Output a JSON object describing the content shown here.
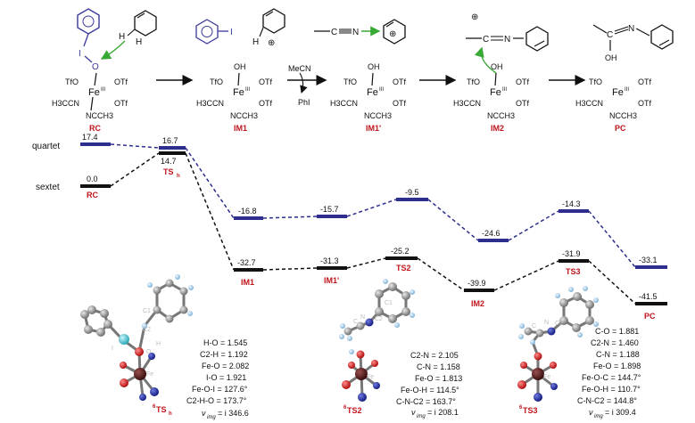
{
  "colors": {
    "quartet": "#2e2e8f",
    "sextet": "#111111",
    "label_red": "#c0141c",
    "arrow_green": "#39a935",
    "iodine_blue": "#3a3a9a",
    "atom_grey": "#8a8a8a",
    "atom_red": "#cc1a1a",
    "atom_navy": "#1a2390",
    "atom_cyan": "#3fc0cf",
    "atom_light": "#a9cfe8",
    "atom_fe": "#5a1f1f"
  },
  "spin_labels": {
    "quartet": "quartet",
    "sextet": "sextet"
  },
  "levels": {
    "RC_q": "17.4",
    "RC_s": "0.0",
    "TSh_q": "16.7",
    "TSh_s": "14.7",
    "IM1_q": "-16.8",
    "IM1_s": "-32.7",
    "IM1p_q": "-15.7",
    "IM1p_s": "-31.3",
    "TS2_q": "-9.5",
    "TS2_s": "-25.2",
    "IM2_q": "-24.6",
    "IM2_s": "-39.9",
    "TS3_q": "-14.3",
    "TS3_s": "-31.9",
    "PC_q": "-33.1",
    "PC_s": "-41.5"
  },
  "energy_names": {
    "RC": "RC",
    "TSh": "TS",
    "TSh_sub": "h",
    "IM1": "IM1",
    "IM1p": "IM1'",
    "TS2": "TS2",
    "IM2": "IM2",
    "TS3": "TS3",
    "PC": "PC"
  },
  "top_scheme": {
    "ligands": {
      "OTf": "OTf",
      "TfO": "TfO",
      "H3CCN": "H3CCN",
      "NCCH3": "NCCH3",
      "Fe": "Fe",
      "FeIII": "III",
      "OH": "OH",
      "I": "I",
      "O": "O",
      "H": "H"
    },
    "reagents": {
      "MeCN": "MeCN",
      "PhI": "PhI"
    },
    "cation_plus": "⊕",
    "labels": {
      "RC": "RC",
      "IM1": "IM1",
      "IM1p": "IM1'",
      "IM2": "IM2",
      "PC": "PC"
    }
  },
  "geometries": {
    "TSh": {
      "label": "TS",
      "sup": "6",
      "sub": "h",
      "params": [
        "H-O = 1.545",
        "C2-H = 1.192",
        "Fe-O = 2.082",
        "I-O = 1.921",
        "Fe-O-I = 127.6°",
        "C2-H-O = 173.7°"
      ],
      "nu": "ν",
      "nu_sub": "img",
      "freq": "= i 346.6",
      "atom_labels": [
        "C1",
        "C2",
        "H",
        "I",
        "O",
        "Fe"
      ]
    },
    "TS2": {
      "label": "TS2",
      "sup": "6",
      "params": [
        "C2-N = 2.105",
        "C-N = 1.158",
        "Fe-O = 1.813",
        "Fe-O-H = 114.5°",
        "C-N-C2 = 163.7°"
      ],
      "nu": "ν",
      "nu_sub": "img",
      "freq": "= i 208.1",
      "atom_labels": [
        "C1",
        "C2",
        "N",
        "C",
        "Fe"
      ]
    },
    "TS3": {
      "label": "TS3",
      "sup": "6",
      "params": [
        "C-O = 1.881",
        "C2-N = 1.460",
        "C-N = 1.188",
        "Fe-O = 1.898",
        "Fe-O-C = 144.7°",
        "Fe-O-H = 110.7°",
        "C-N-C2 = 144.8°"
      ],
      "nu": "ν",
      "nu_sub": "img",
      "freq": "= i 309.4",
      "atom_labels": [
        "C2",
        "C",
        "N",
        "Fe"
      ]
    }
  }
}
